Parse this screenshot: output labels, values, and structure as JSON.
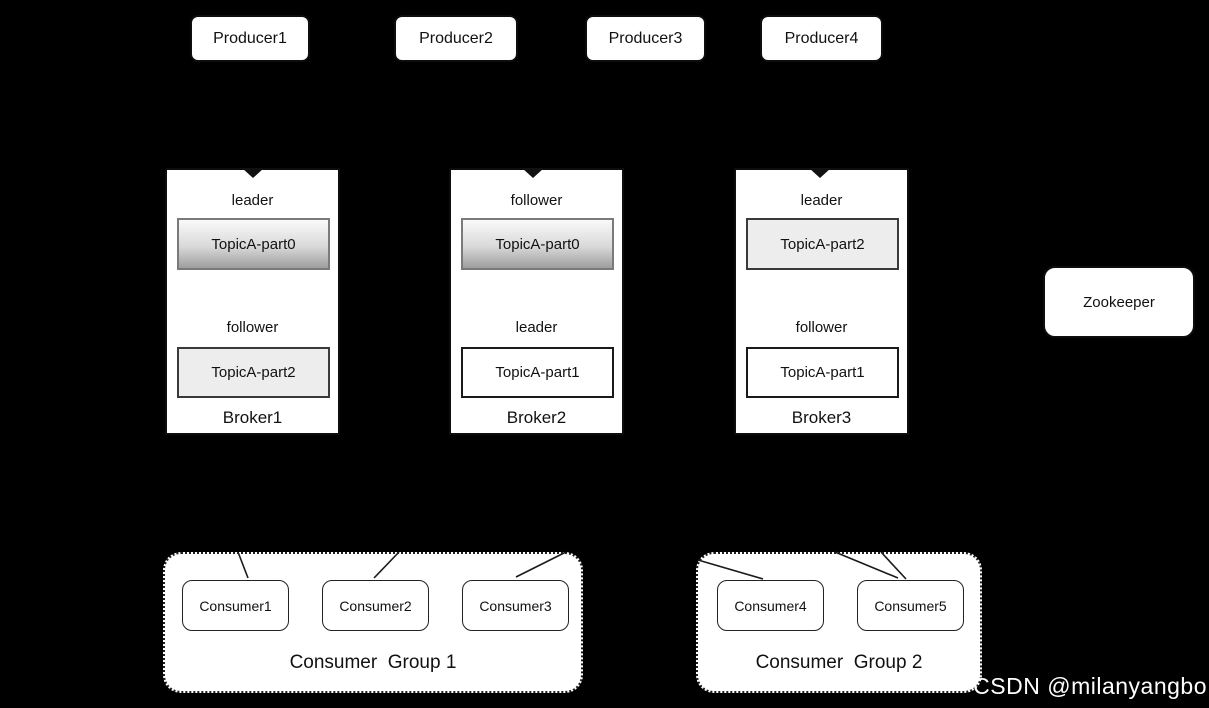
{
  "producers": [
    {
      "label": "Producer1"
    },
    {
      "label": "Producer2"
    },
    {
      "label": "Producer3"
    },
    {
      "label": "Producer4"
    }
  ],
  "brokers": [
    {
      "name": "Broker1",
      "slots": [
        {
          "role": "leader",
          "partition": "TopicA-part0",
          "style": "gradient"
        },
        {
          "role": "follower",
          "partition": "TopicA-part2",
          "style": "flat"
        }
      ]
    },
    {
      "name": "Broker2",
      "slots": [
        {
          "role": "follower",
          "partition": "TopicA-part0",
          "style": "gradient"
        },
        {
          "role": "leader",
          "partition": "TopicA-part1",
          "style": "white"
        }
      ]
    },
    {
      "name": "Broker3",
      "slots": [
        {
          "role": "leader",
          "partition": "TopicA-part2",
          "style": "flat"
        },
        {
          "role": "follower",
          "partition": "TopicA-part1",
          "style": "white"
        }
      ]
    }
  ],
  "zookeeper": {
    "label": "Zookeeper"
  },
  "consumer_groups": [
    {
      "label": "Consumer  Group 1",
      "consumers": [
        "Consumer1",
        "Consumer2",
        "Consumer3"
      ]
    },
    {
      "label": "Consumer  Group 2",
      "consumers": [
        "Consumer4",
        "Consumer5"
      ]
    }
  ],
  "watermark": "CSDN @milanyangbo",
  "colors": {
    "background": "#000000",
    "node_fill": "#ffffff",
    "node_border": "#0d0d0d",
    "connector_line": "#1a1a1a",
    "partition_gradient_top": "#fafafa",
    "partition_gradient_bottom": "#9e9e9e",
    "partition_flat_fill": "#ededed",
    "watermark_text": "#ffffff"
  }
}
